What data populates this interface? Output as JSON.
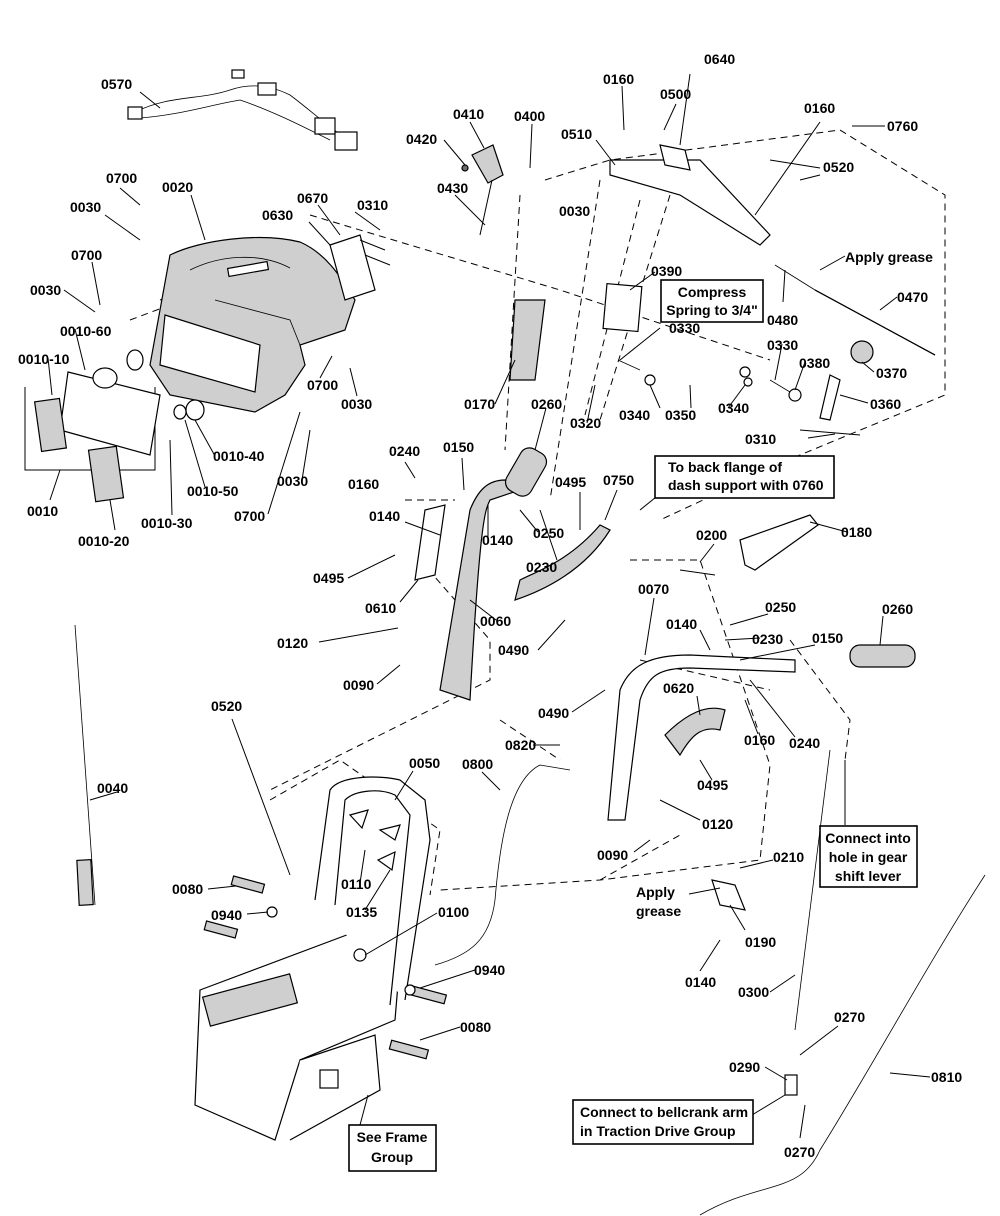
{
  "labels": {
    "p0570": "0570",
    "p0410": "0410",
    "p0400": "0400",
    "p0420": "0420",
    "p0430": "0430",
    "p0160a": "0160",
    "p0500": "0500",
    "p0640": "0640",
    "p0160b": "0160",
    "p0760": "0760",
    "p0510": "0510",
    "p0520a": "0520",
    "p0030a": "0030",
    "p0700a": "0700",
    "p0020": "0020",
    "p0030b": "0030",
    "p0670": "0670",
    "p0630": "0630",
    "p0310a": "0310",
    "p0390": "0390",
    "p0330a": "0330",
    "p0480": "0480",
    "p0470": "0470",
    "p0700b": "0700",
    "p0030c": "0030",
    "p0010_60": "0010-60",
    "p0010_10": "0010-10",
    "p0700c": "0700",
    "p0030d": "0030",
    "p0330b": "0330",
    "p0380": "0380",
    "p0370": "0370",
    "p0360": "0360",
    "p0340a": "0340",
    "p0350": "0350",
    "p0340b": "0340",
    "p0320": "0320",
    "p0310b": "0310",
    "p0170": "0170",
    "p0260a": "0260",
    "p0010_40": "0010-40",
    "p0010_50": "0010-50",
    "p0030e": "0030",
    "p0700d": "0700",
    "p0010": "0010",
    "p0010_20": "0010-20",
    "p0010_30": "0010-30",
    "p0240a": "0240",
    "p0150a": "0150",
    "p0160c": "0160",
    "p0495a": "0495",
    "p0750": "0750",
    "p0140a": "0140",
    "p0140b": "0140",
    "p0250a": "0250",
    "p0230a": "0230",
    "p0495b": "0495",
    "p0610": "0610",
    "p0060": "0060",
    "p0490a": "0490",
    "p0200": "0200",
    "p0180": "0180",
    "p0070": "0070",
    "p0250b": "0250",
    "p0260b": "0260",
    "p0140c": "0140",
    "p0230b": "0230",
    "p0150b": "0150",
    "p0120a": "0120",
    "p0090a": "0090",
    "p0520b": "0520",
    "p0490b": "0490",
    "p0620": "0620",
    "p0160d": "0160",
    "p0240b": "0240",
    "p0040": "0040",
    "p0820": "0820",
    "p0495c": "0495",
    "p0050": "0050",
    "p0800": "0800",
    "p0120b": "0120",
    "p0090b": "0090",
    "p0210": "0210",
    "p0080a": "0080",
    "p0110": "0110",
    "p0135": "0135",
    "p0940a": "0940",
    "p0100": "0100",
    "p0190": "0190",
    "p0940b": "0940",
    "p0140d": "0140",
    "p0300": "0300",
    "p0080b": "0080",
    "p0270a": "0270",
    "p0290": "0290",
    "p0810": "0810",
    "p0270b": "0270"
  },
  "notes": {
    "compress_l1": "Compress",
    "compress_l2": "Spring to 3/4\"",
    "grease_right": "Apply grease",
    "back_flange_l1": "To back flange of",
    "back_flange_l2": "dash support with 0760",
    "connect_gear_l1": "Connect into",
    "connect_gear_l2": "hole in gear",
    "connect_gear_l3": "shift lever",
    "apply_l1": "Apply",
    "apply_l2": "grease",
    "bellcrank_l1": "Connect to bellcrank arm",
    "bellcrank_l2": "in Traction Drive Group",
    "frame_l1": "See Frame",
    "frame_l2": "Group"
  }
}
